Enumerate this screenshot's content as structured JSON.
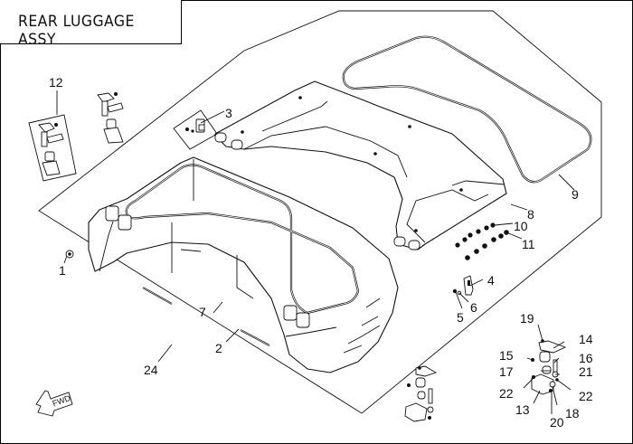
{
  "title": "REAR LUGGAGE ASSY",
  "fwd_label": "FWD",
  "callouts": [
    {
      "id": "1",
      "label": "1"
    },
    {
      "id": "2",
      "label": "2"
    },
    {
      "id": "3",
      "label": "3"
    },
    {
      "id": "4",
      "label": "4"
    },
    {
      "id": "5",
      "label": "5"
    },
    {
      "id": "6",
      "label": "6"
    },
    {
      "id": "7",
      "label": "7"
    },
    {
      "id": "8",
      "label": "8"
    },
    {
      "id": "9",
      "label": "9"
    },
    {
      "id": "10",
      "label": "10"
    },
    {
      "id": "11",
      "label": "11"
    },
    {
      "id": "12",
      "label": "12"
    },
    {
      "id": "13",
      "label": "13"
    },
    {
      "id": "14",
      "label": "14"
    },
    {
      "id": "15",
      "label": "15"
    },
    {
      "id": "16",
      "label": "16"
    },
    {
      "id": "17",
      "label": "17"
    },
    {
      "id": "18",
      "label": "18"
    },
    {
      "id": "19",
      "label": "19"
    },
    {
      "id": "20",
      "label": "20"
    },
    {
      "id": "21",
      "label": "21"
    },
    {
      "id": "22a",
      "label": "22"
    },
    {
      "id": "22b",
      "label": "22"
    },
    {
      "id": "24",
      "label": "24"
    }
  ]
}
